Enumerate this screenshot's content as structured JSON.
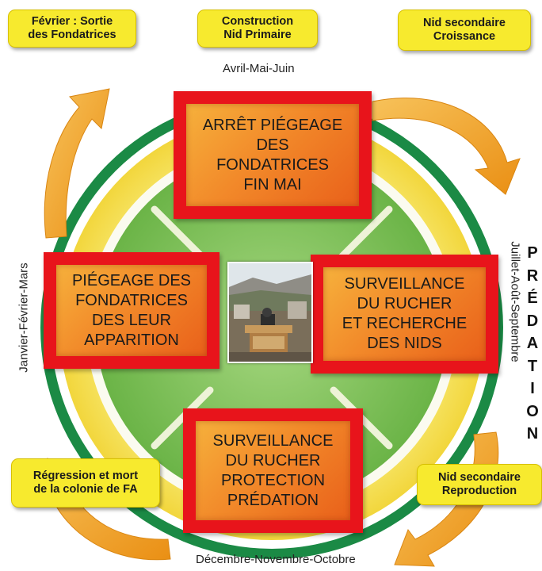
{
  "seasons": {
    "top": "Avril-Mai-Juin",
    "left": "Janvier-Février-Mars",
    "right": "Juillet-Août-Septembre",
    "bottom": "Décembre-Novembre-Octobre"
  },
  "notes": {
    "top_left": [
      "Février : Sortie",
      "des Fondatrices"
    ],
    "top_center": [
      "Construction",
      "Nid Primaire"
    ],
    "top_right": [
      "Nid secondaire",
      "Croissance"
    ],
    "bottom_left": [
      "Régression et mort",
      "de la colonie de FA"
    ],
    "bottom_right": [
      "Nid secondaire",
      "Reproduction"
    ]
  },
  "actions": {
    "top": [
      "ARRÊT PIÉGEAGE",
      "DES",
      "FONDATRICES",
      "FIN MAI"
    ],
    "left": [
      "PIÉGEAGE DES",
      "FONDATRICES",
      "DES LEUR",
      "APPARITION"
    ],
    "right": [
      "SURVEILLANCE",
      "DU RUCHER",
      "ET RECHERCHE",
      "DES NIDS"
    ],
    "bottom": [
      "SURVEILLANCE",
      "DU RUCHER",
      "PROTECTION",
      "PRÉDATION"
    ]
  },
  "predation_letters": [
    "P",
    "R",
    "É",
    "D",
    "A",
    "T",
    "I",
    "O",
    "N"
  ],
  "colors": {
    "outer_ring": "#1b8a45",
    "mid_ring": "#f4e04d",
    "inner_disc": "#7cbf56",
    "arrows": "#f0a623",
    "box_frame": "#e8141b",
    "box_fill": "#f28a2a",
    "notes": "#f7ea2e"
  },
  "photo_icon": "trap-photo"
}
